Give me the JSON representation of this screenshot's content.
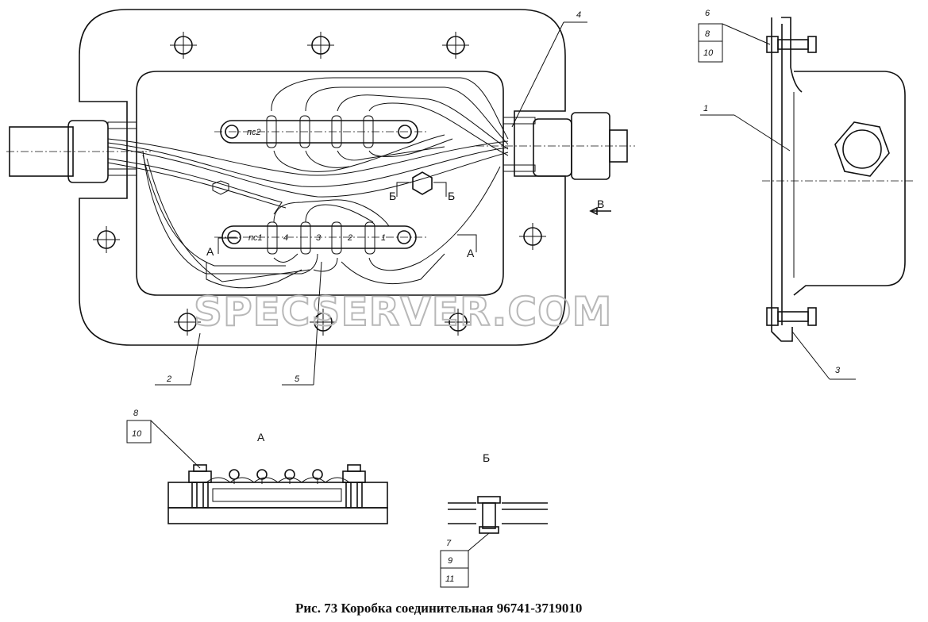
{
  "caption": "Рис. 73 Коробка соединительная 96741-3719010",
  "watermark": "SPECSERVER.COM",
  "callouts": {
    "c1": "1",
    "c2": "2",
    "c3": "3",
    "c4": "4",
    "c5": "5",
    "c6": "6",
    "c7": "7",
    "c8": "8",
    "c9": "9",
    "c10": "10",
    "c11": "11"
  },
  "terminals": {
    "upper_block": "пс2",
    "lower_block": "пс1",
    "lower_numbers": [
      "4",
      "3",
      "2",
      "1"
    ]
  },
  "section_marks": {
    "a": "А",
    "b": "Б",
    "v": "В"
  },
  "views": {
    "view_a": "А",
    "view_b": "Б"
  }
}
